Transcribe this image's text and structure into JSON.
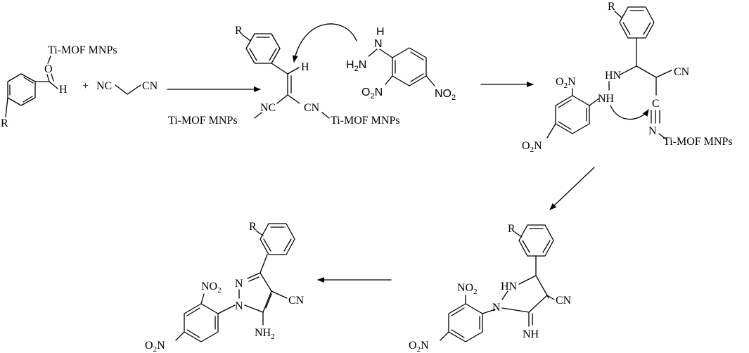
{
  "labels": {
    "ti_mof": "Ti-MOF MNPs",
    "r": "R",
    "o": "O",
    "h": "H",
    "c": "C",
    "n": "N",
    "nh": "NH",
    "hn": "HN",
    "cn": "CN",
    "nc": "NC",
    "plus": "+",
    "imine": "NH",
    "amine": "NH",
    "no": "NO",
    "o_el": "O",
    "two": "2"
  }
}
